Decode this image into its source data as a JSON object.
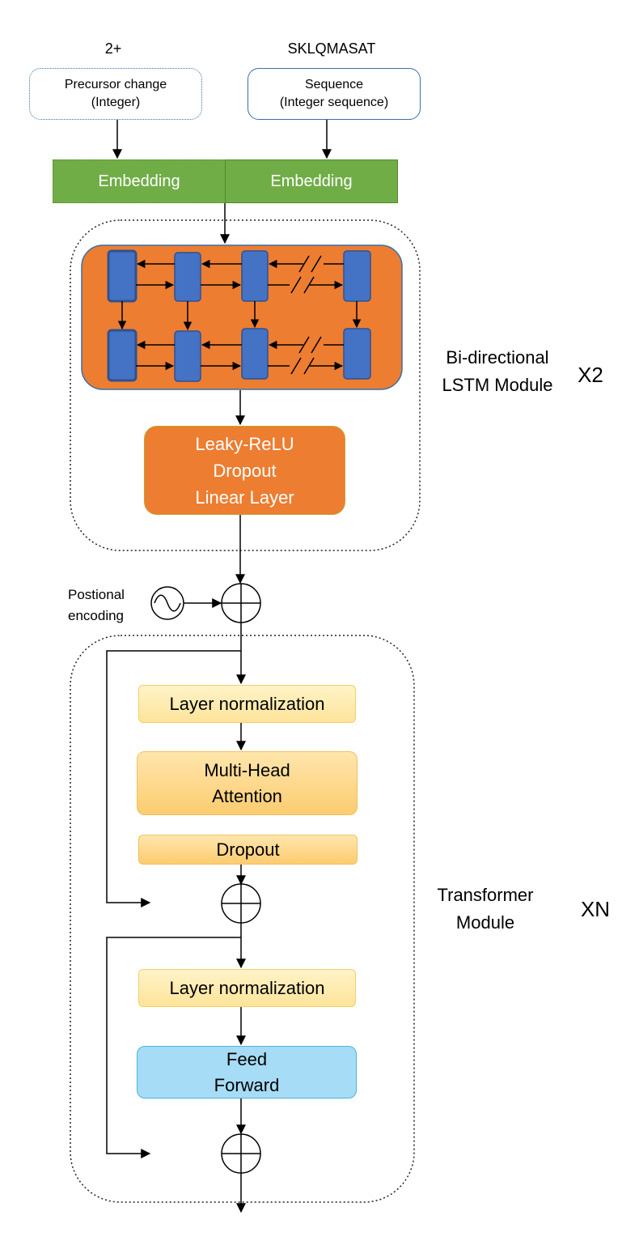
{
  "inputs": {
    "precursor_value": "2+",
    "sequence_value": "SKLQMASAT",
    "precursor_box": {
      "line1": "Precursor change",
      "line2": "(Integer)"
    },
    "sequence_box": {
      "line1": "Sequence",
      "line2": "(Integer sequence)"
    }
  },
  "embeddings": {
    "left": "Embedding",
    "right": "Embedding"
  },
  "lstm_module": {
    "post_layers": {
      "line1": "Leaky-ReLU",
      "line2": "Dropout",
      "line3": "Linear Layer"
    },
    "label_line1": "Bi-directional",
    "label_line2": "LSTM Module",
    "repeat": "X2"
  },
  "positional_encoding": {
    "line1": "Postional",
    "line2": "encoding"
  },
  "transformer_module": {
    "layer_norm_1": "Layer normalization",
    "mha_line1": "Multi-Head",
    "mha_line2": "Attention",
    "dropout": "Dropout",
    "layer_norm_2": "Layer normalization",
    "ff_line1": "Feed",
    "ff_line2": "Forward",
    "label_line1": "Transformer",
    "label_line2": "Module",
    "repeat": "XN"
  },
  "colors": {
    "embedding_green": "#70ad47",
    "lstm_orange": "#ed7d31",
    "lstm_cell_blue": "#4472c4",
    "layer_norm_yellow": "#fde49a",
    "feed_forward_blue": "#a6dcf5"
  }
}
